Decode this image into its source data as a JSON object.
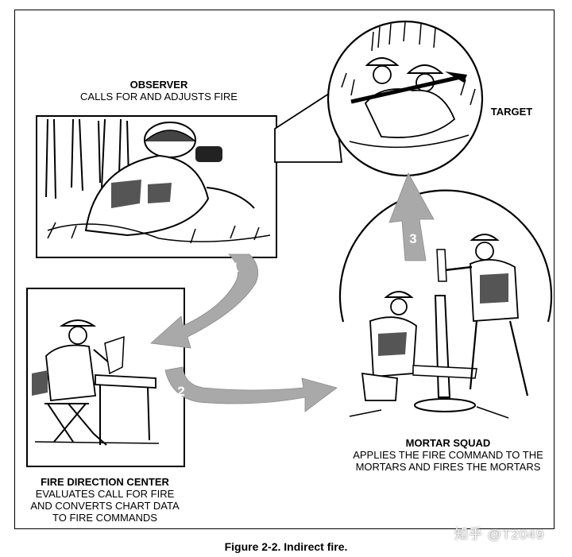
{
  "labels": {
    "observer_head": "OBSERVER",
    "observer_sub": "CALLS FOR AND ADJUSTS FIRE",
    "target_head": "TARGET",
    "fdc_head": "FIRE DIRECTION CENTER",
    "fdc_sub_1": "EVALUATES CALL FOR FIRE",
    "fdc_sub_2": "AND CONVERTS CHART DATA",
    "fdc_sub_3": "TO FIRE COMMANDS",
    "mortar_head": "MORTAR SQUAD",
    "mortar_sub_1": "APPLIES THE FIRE COMMAND TO THE",
    "mortar_sub_2": "MORTARS AND FIRES THE MORTARS"
  },
  "steps": [
    "1",
    "2",
    "3"
  ],
  "caption": "Figure 2-2. Indirect fire.",
  "watermark": "知乎 @T2049",
  "colors": {
    "arrow": "#a9a9a9",
    "ink": "#000000",
    "paper": "#ffffff"
  }
}
